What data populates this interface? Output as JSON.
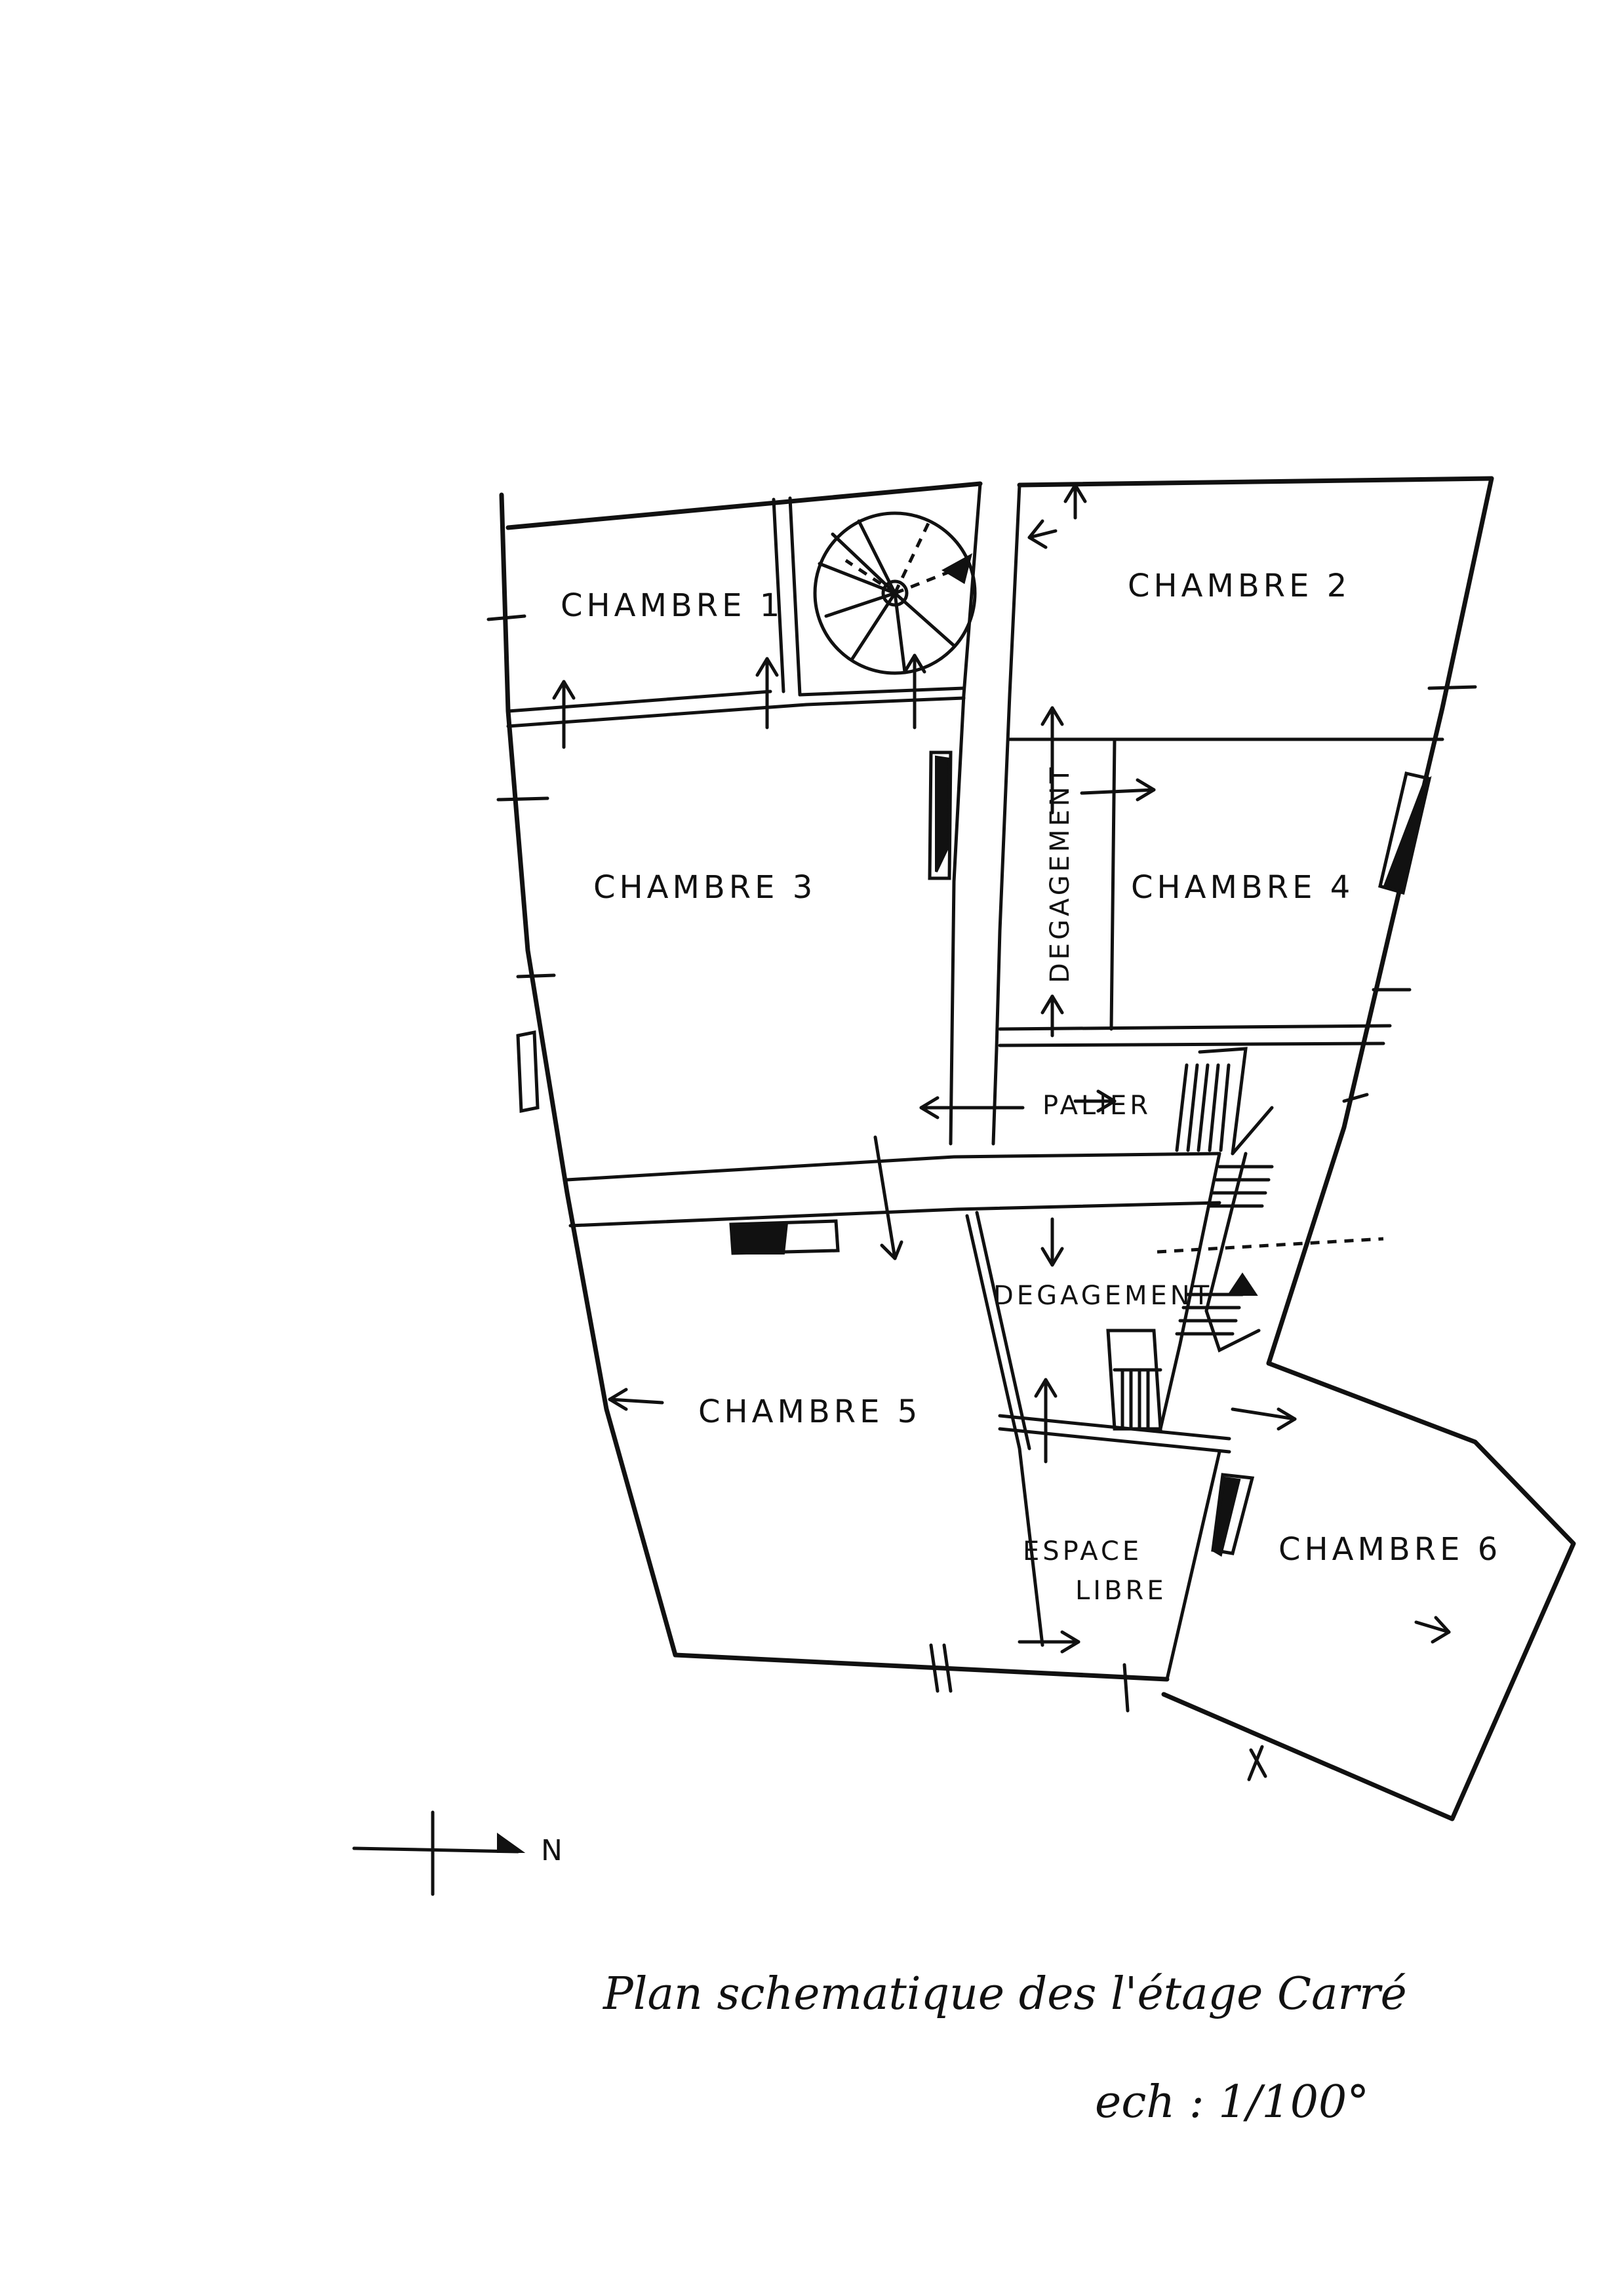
{
  "rooms": {
    "chambre1": "CHAMBRE 1",
    "chambre2": "CHAMBRE 2",
    "chambre3": "CHAMBRE 3",
    "chambre4": "CHAMBRE 4",
    "chambre5": "CHAMBRE 5",
    "chambre6": "CHAMBRE 6",
    "degagement_vertical": "DEGAGEMENT",
    "palier": "PALIER",
    "degagement_lower": "DEGAGEMENT",
    "espace_line1": "ESPACE",
    "espace_line2": "LIBRE"
  },
  "compass": {
    "north_label": "N"
  },
  "caption": {
    "title": "Plan schematique des l'étage Carré",
    "scale": "ech : 1/100°"
  }
}
